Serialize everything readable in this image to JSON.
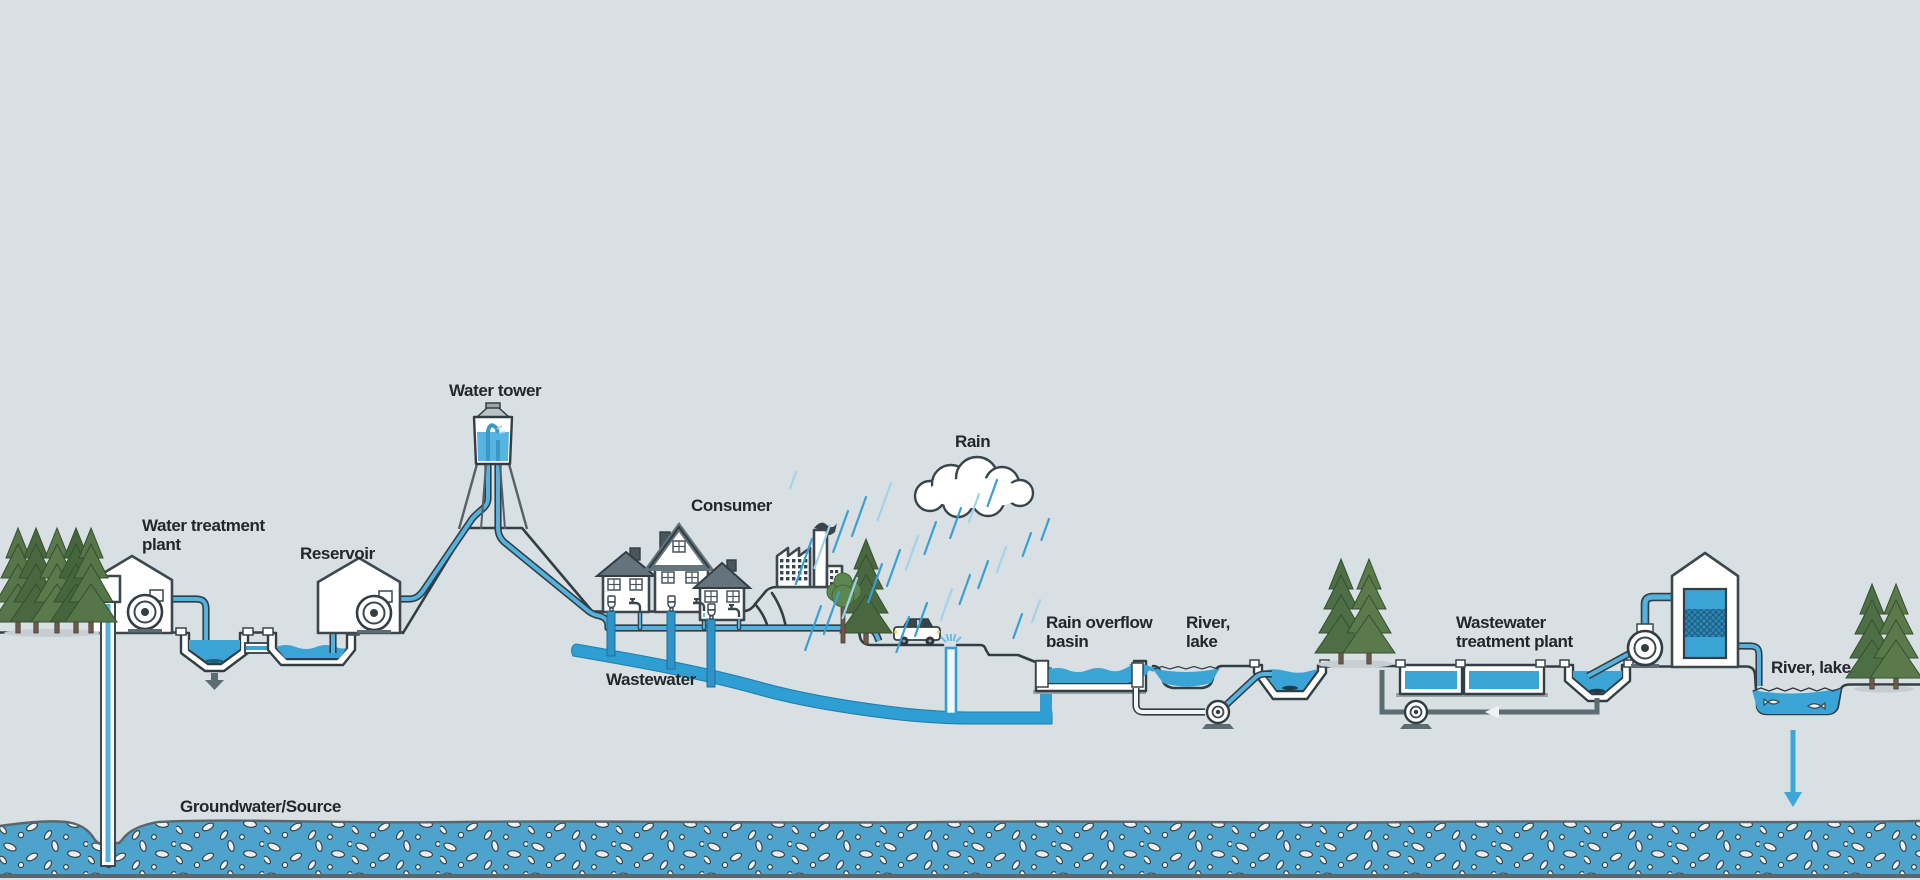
{
  "scene": {
    "title": "Urban water cycle diagram",
    "type": "infographic-diagram"
  },
  "labels": {
    "water_treatment_plant": [
      "Water treatment",
      "plant"
    ],
    "reservoir": [
      "Reservoir"
    ],
    "water_tower": [
      "Water tower"
    ],
    "consumer": [
      "Consumer"
    ],
    "rain": [
      "Rain"
    ],
    "wastewater": [
      "Wastewater"
    ],
    "rain_overflow_basin": [
      "Rain overflow",
      "basin"
    ],
    "river_lake_mid": [
      "River,",
      "lake"
    ],
    "wastewater_treatment_plant": [
      "Wastewater",
      "treatment plant"
    ],
    "river_lake_right": [
      "River, lake"
    ],
    "groundwater_source": [
      "Groundwater/Source"
    ]
  },
  "colors": {
    "background": "#d9e0e4",
    "outline": "#333e44",
    "clean_water_pipe": "#54b2df",
    "water_fill": "#3ba4d7",
    "wastewater_channel": "#2f9ed2",
    "groundwater_band": "#4da3cb",
    "pebble": "#eef2f4",
    "gray_pipe": "#5d6b73",
    "roof_gray": "#64737c",
    "tree_green": "#4e6e45",
    "label_text": "#21272b",
    "rain_dark": "#3a9fd2",
    "rain_light": "#a5d2ea"
  }
}
